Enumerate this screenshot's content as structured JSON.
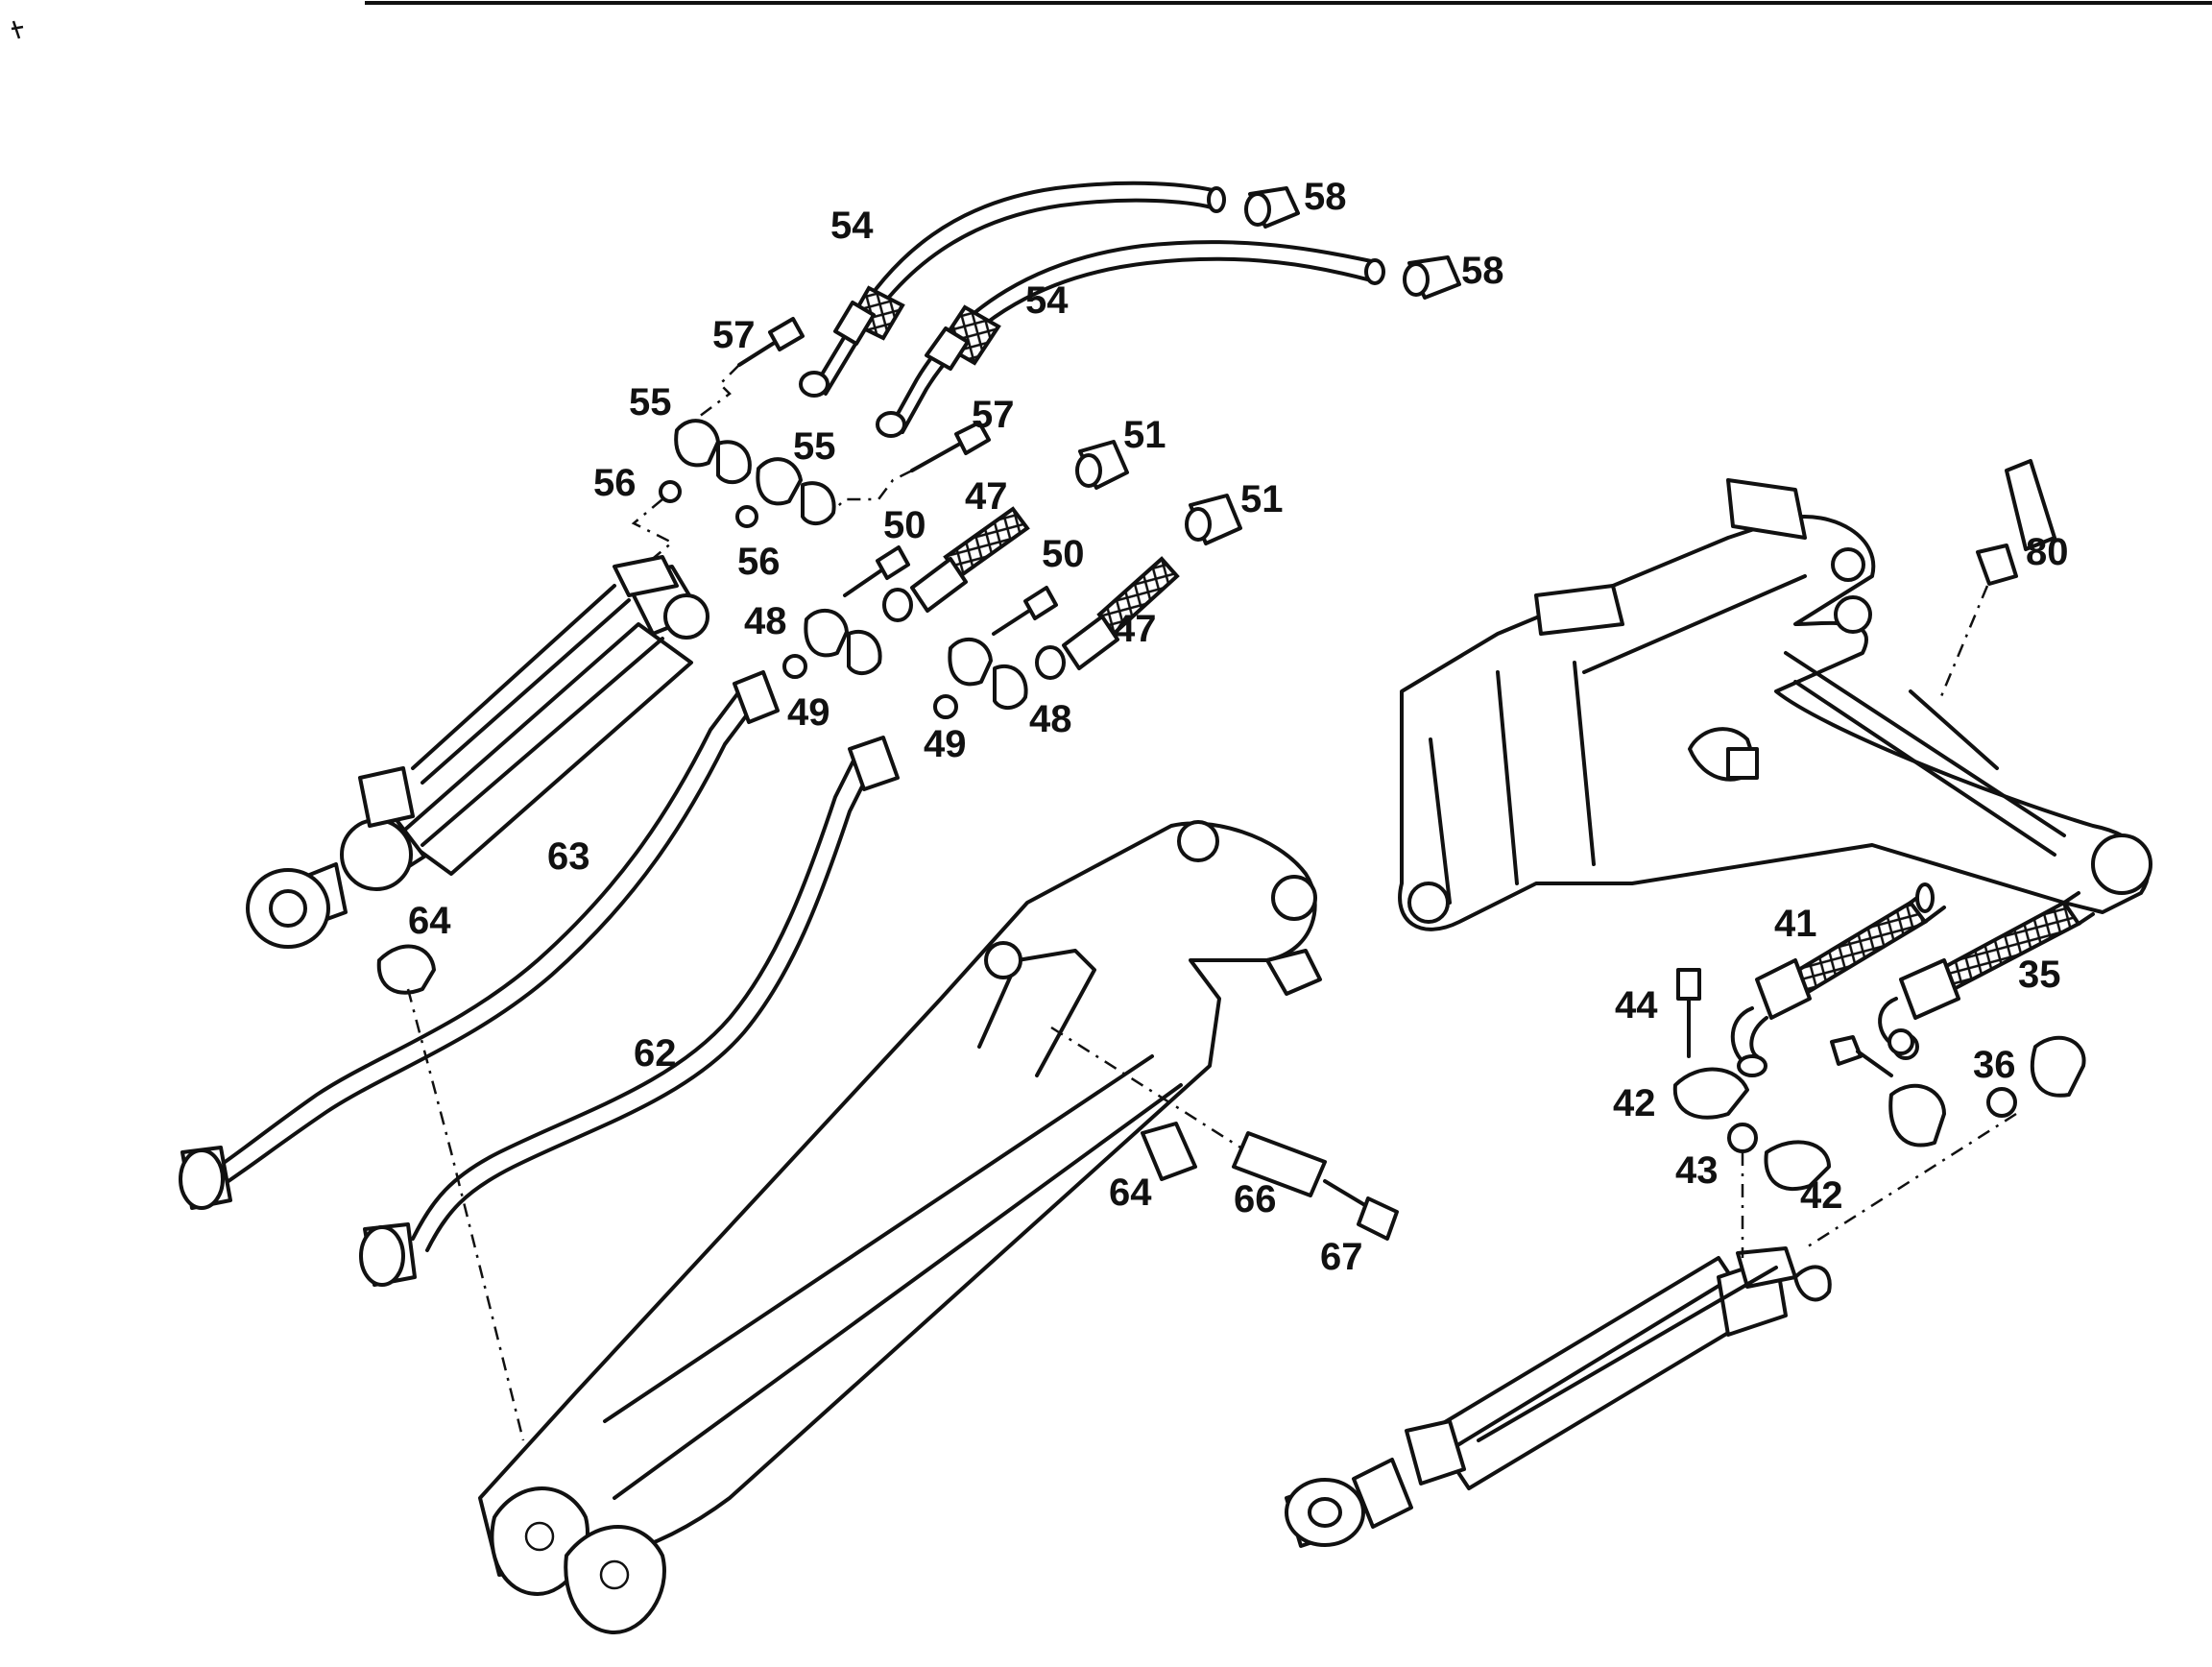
{
  "callouts": [
    {
      "id": "c54a",
      "text": "54"
    },
    {
      "id": "c54b",
      "text": "54"
    },
    {
      "id": "c58a",
      "text": "58"
    },
    {
      "id": "c58b",
      "text": "58"
    },
    {
      "id": "c57a",
      "text": "57"
    },
    {
      "id": "c57b",
      "text": "57"
    },
    {
      "id": "c55a",
      "text": "55"
    },
    {
      "id": "c55b",
      "text": "55"
    },
    {
      "id": "c56a",
      "text": "56"
    },
    {
      "id": "c56b",
      "text": "56"
    },
    {
      "id": "c51a",
      "text": "51"
    },
    {
      "id": "c51b",
      "text": "51"
    },
    {
      "id": "c50a",
      "text": "50"
    },
    {
      "id": "c50b",
      "text": "50"
    },
    {
      "id": "c47a",
      "text": "47"
    },
    {
      "id": "c47b",
      "text": "47"
    },
    {
      "id": "c48a",
      "text": "48"
    },
    {
      "id": "c48b",
      "text": "48"
    },
    {
      "id": "c49a",
      "text": "49"
    },
    {
      "id": "c49b",
      "text": "49"
    },
    {
      "id": "c63",
      "text": "63"
    },
    {
      "id": "c64a",
      "text": "64"
    },
    {
      "id": "c62",
      "text": "62"
    },
    {
      "id": "c64b",
      "text": "64"
    },
    {
      "id": "c66",
      "text": "66"
    },
    {
      "id": "c67",
      "text": "67"
    },
    {
      "id": "c80",
      "text": "80"
    },
    {
      "id": "c41",
      "text": "41"
    },
    {
      "id": "c35",
      "text": "35"
    },
    {
      "id": "c44",
      "text": "44"
    },
    {
      "id": "c36",
      "text": "36"
    },
    {
      "id": "c42a",
      "text": "42"
    },
    {
      "id": "c43",
      "text": "43"
    },
    {
      "id": "c42b",
      "text": "42"
    }
  ]
}
